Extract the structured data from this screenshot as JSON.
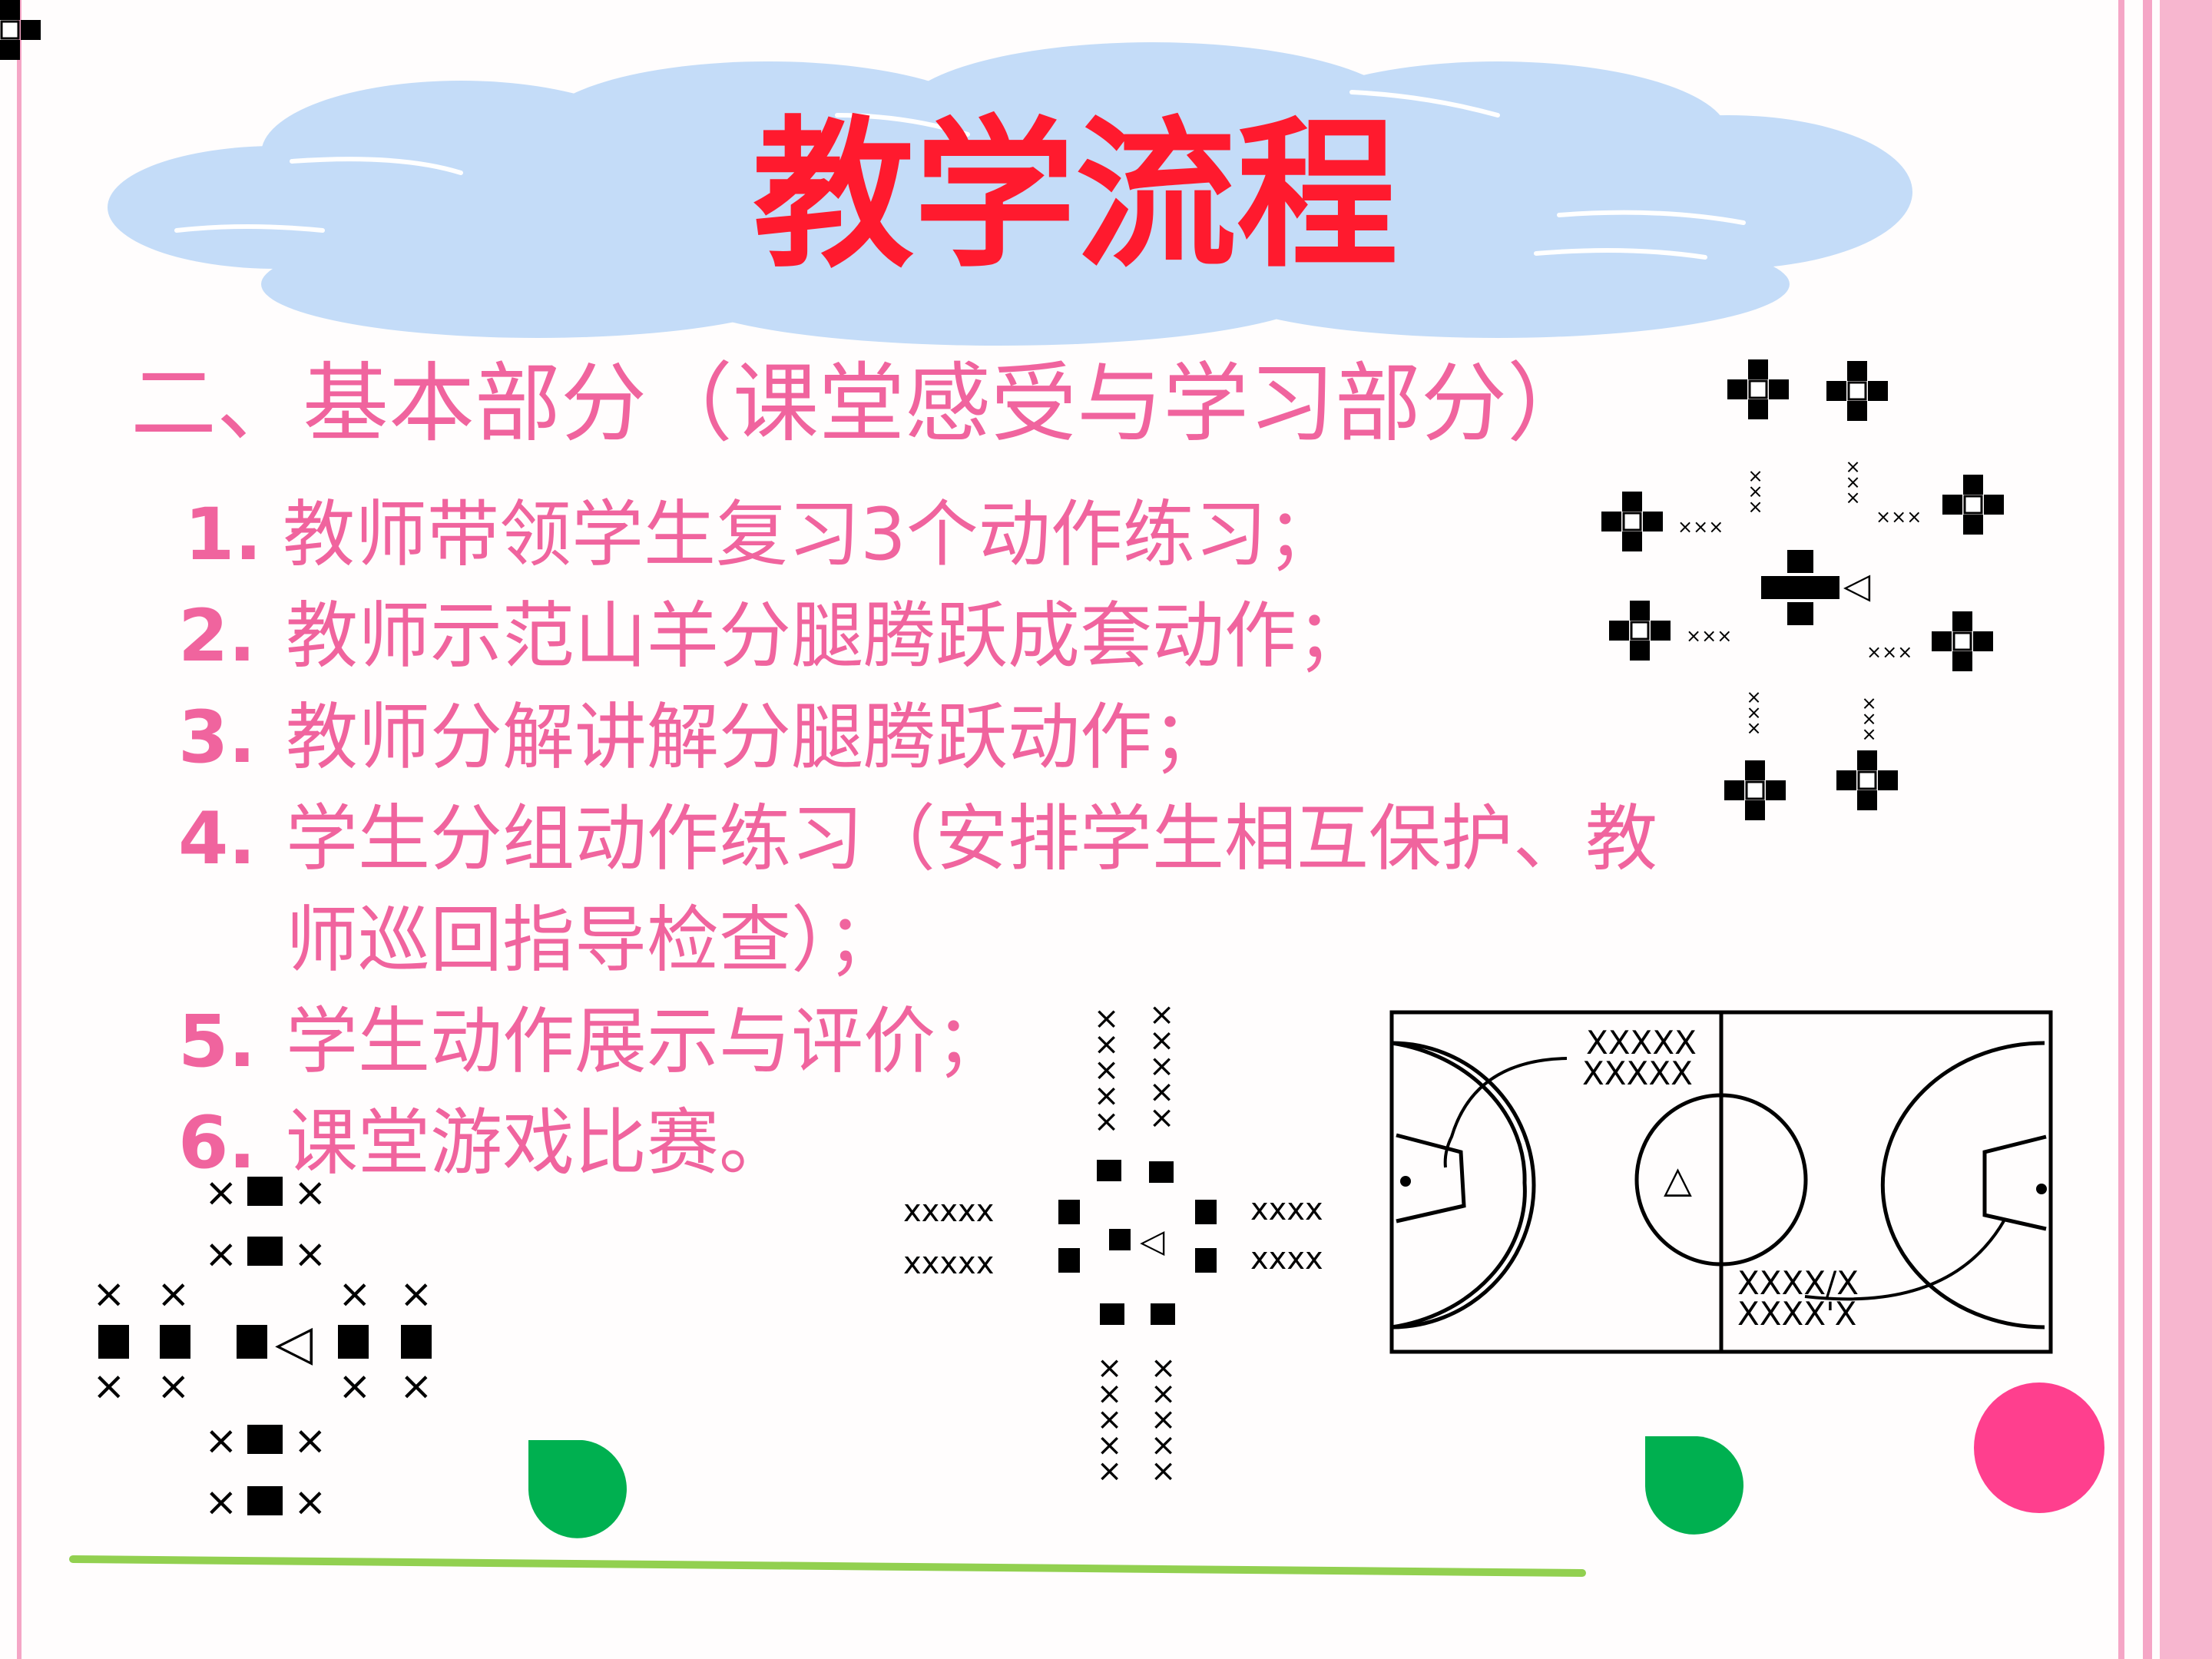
{
  "title": "教学流程",
  "heading": "二、基本部分（课堂感受与学习部分）",
  "items": [
    {
      "num": "1.",
      "text": "教师带领学生复习3个动作练习；"
    },
    {
      "num": "2.",
      "text": "教师示范山羊分腿腾跃成套动作；"
    },
    {
      "num": "3.",
      "text": "教师分解讲解分腿腾跃动作；"
    },
    {
      "num": "4.",
      "text": "学生分组动作练习（安排学生相互保护、教"
    },
    {
      "num": "",
      "text": "师巡回指导检查）；"
    },
    {
      "num": "5.",
      "text": "学生动作展示与评价；"
    },
    {
      "num": "6.",
      "text": "课堂游戏比赛。"
    }
  ],
  "glyphs": {
    "x1": "×",
    "x2": "××",
    "x3": "×××",
    "x4": "××××",
    "x5": "×××××",
    "xx": "XXXXX",
    "xxxx": "XXXX",
    "xxxxx": "xxxxx",
    "xxxx_l": "xxxx",
    "xxxx_slash": "XXXX/X",
    "xxxx_tick": "XXXX'X",
    "teacher": "◁",
    "teacher_up": "△"
  },
  "colors": {
    "title": "#ff1a2e",
    "text": "#f0649e",
    "cloud": "#c4dcf8",
    "stripe": "#f5a6c6",
    "green": "#00b050",
    "pink_dot": "#ff3f8e",
    "line": "#92d050"
  }
}
